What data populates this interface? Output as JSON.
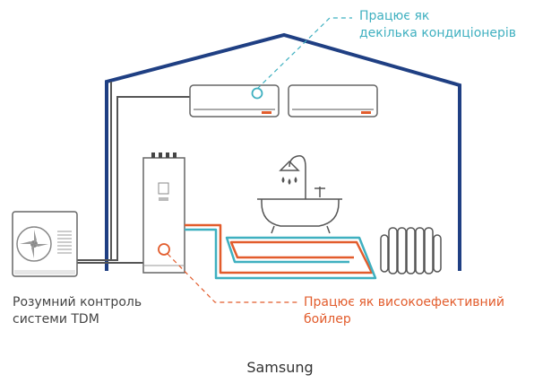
{
  "labels": {
    "ac_line1": "Працює як",
    "ac_line2": "декілька кондиціонерів",
    "control_line1": "Розумний контроль",
    "control_line2": "системи TDM",
    "boiler_line1": "Працює як високоефективний",
    "boiler_line2": "бойлер"
  },
  "caption": "Samsung",
  "colors": {
    "house": "#1f3f83",
    "pipe_dark": "#555555",
    "hot_pipe": "#e25c2c",
    "cold_pipe": "#3fb0c0",
    "device_outline": "#666666",
    "ac_callout": "#3fb0c0",
    "boiler_callout": "#e25c2c"
  }
}
